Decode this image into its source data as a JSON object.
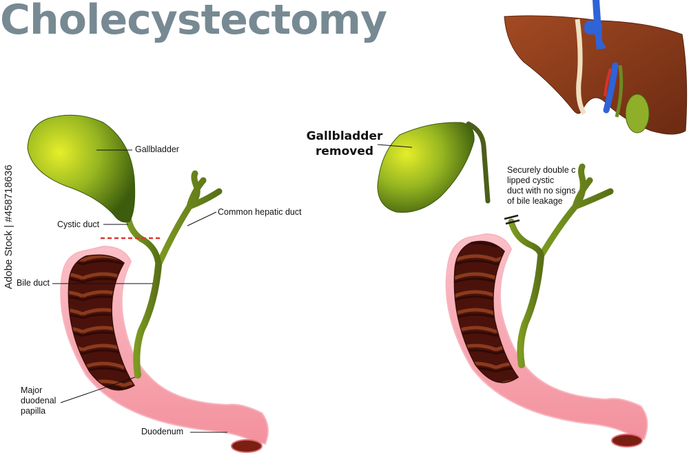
{
  "title": "Cholecystectomy",
  "labels": {
    "gallbladder": "Gallbladder",
    "cystic_duct": "Cystic duct",
    "common_hepatic_duct": "Common hepatic duct",
    "bile_duct": "Bile duct",
    "papilla_line1": "Major",
    "papilla_line2": "duodenal",
    "papilla_line3": "papilla",
    "duodenum": "Duodenum",
    "removed_line1": "Gallbladder",
    "removed_line2": "removed",
    "clip_line1": "Securely double c",
    "clip_line2": "lipped cystic",
    "clip_line3": "duct with no signs",
    "clip_line4": "of bile leakage"
  },
  "watermark": "Adobe Stock | #458718636",
  "colors": {
    "title": "#778a93",
    "duct": "#6f8a23",
    "duodenum": "#f6a4ae",
    "duodenum_inner": "#5a1810",
    "cut_line": "#e0352b",
    "liver": "#8e3b1c",
    "vein": "#2f63d8"
  },
  "icons": [
    "gallbladder-illustration",
    "liver-illustration"
  ]
}
